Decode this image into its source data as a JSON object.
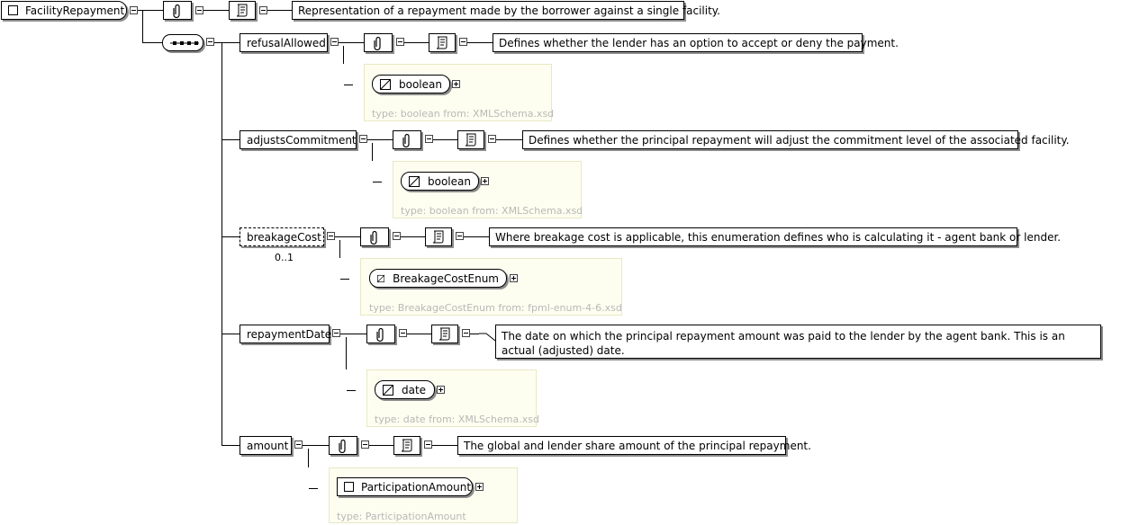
{
  "root": {
    "name": "FacilityRepayment",
    "documentation": "Representation of a repayment made by the borrower against a single facility."
  },
  "compositor": {
    "icon": "sequence-icon"
  },
  "elements": [
    {
      "name": "refusalAllowed",
      "cardinality": "",
      "documentation": "Defines whether the lender has an option to accept or deny the payment.",
      "type": {
        "name": "boolean",
        "kind": "simple",
        "label": "type: boolean from: XMLSchema.xsd"
      }
    },
    {
      "name": "adjustsCommitment",
      "cardinality": "",
      "documentation": "Defines whether the principal repayment will adjust the commitment level of the associated facility.",
      "type": {
        "name": "boolean",
        "kind": "simple",
        "label": "type: boolean from: XMLSchema.xsd"
      }
    },
    {
      "name": "breakageCost",
      "cardinality": "0..1",
      "documentation": "Where breakage cost is applicable, this enumeration defines who is calculating it - agent bank or lender.",
      "type": {
        "name": "BreakageCostEnum",
        "kind": "simple",
        "label": "type: BreakageCostEnum from: fpml-enum-4-6.xsd"
      }
    },
    {
      "name": "repaymentDate",
      "cardinality": "",
      "documentation": "The date on which the principal repayment amount was paid to the lender by the agent bank. This is an actual (adjusted) date.",
      "type": {
        "name": "date",
        "kind": "simple",
        "label": "type: date from: XMLSchema.xsd"
      }
    },
    {
      "name": "amount",
      "cardinality": "",
      "documentation": "The global and lender share amount of the principal repayment.",
      "type": {
        "name": "ParticipationAmount",
        "kind": "complex",
        "label": "type: ParticipationAmount"
      }
    }
  ],
  "icons": {
    "annotation": "paperclip-icon",
    "documentation": "scroll-icon",
    "simple_type": "simple-type-triangle-icon",
    "complex_type": "complex-type-box-icon",
    "collapse": "minus-toggle-icon",
    "expand": "plus-toggle-icon"
  },
  "colors": {
    "type_panel_bg": "#fefef0",
    "type_label": "#b8b8b8",
    "shadow": "#8c8c8c"
  }
}
